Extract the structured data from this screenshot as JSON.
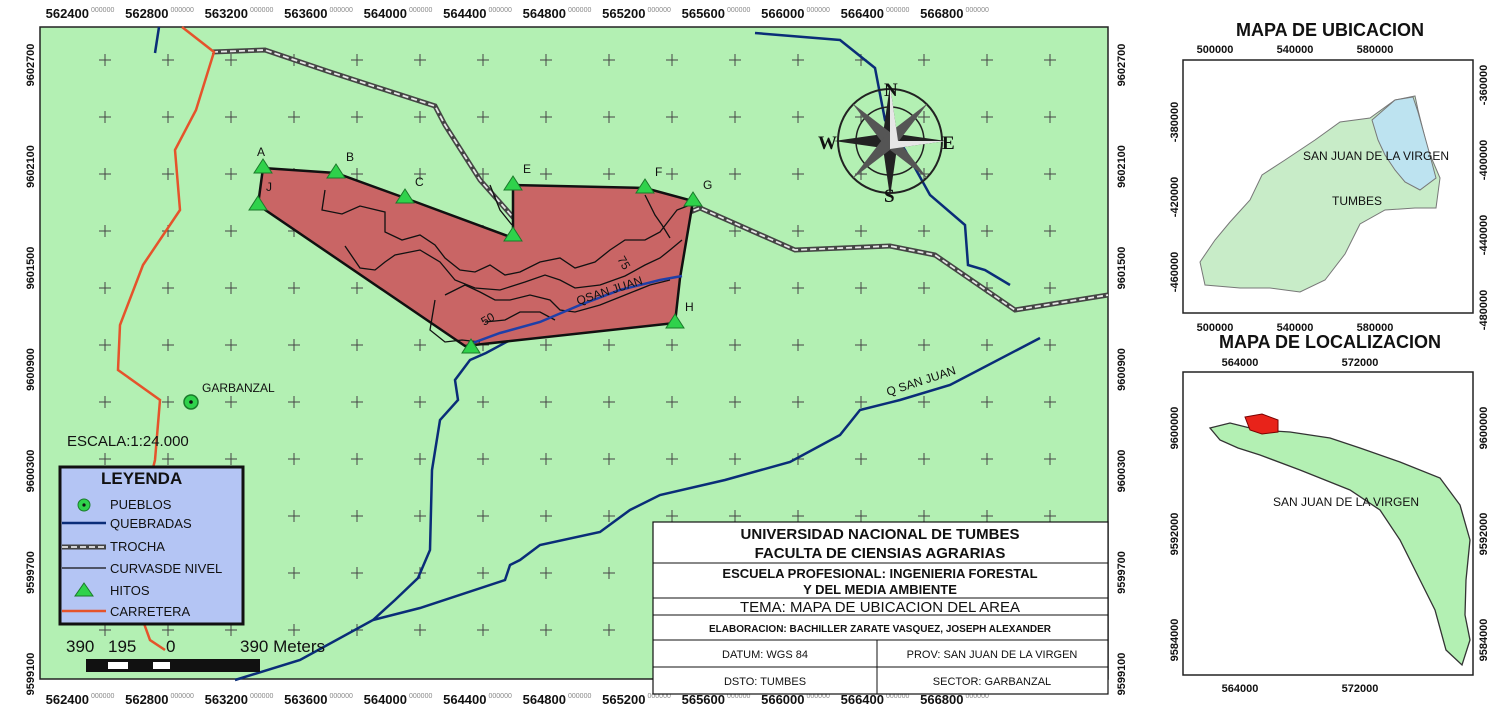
{
  "main_map": {
    "x_ticks": [
      "562400",
      "562800",
      "563200",
      "563600",
      "564000",
      "564400",
      "564800",
      "565200",
      "565600",
      "566000",
      "566400",
      "566800"
    ],
    "y_ticks": [
      "9602700",
      "9602100",
      "9601500",
      "9600900",
      "9600300",
      "9599700",
      "9599100"
    ],
    "tick_suffix": "000000",
    "colors": {
      "background": "#b3f0b3",
      "area": "#c96565",
      "road": "#e5532b",
      "stream": "#0a2d78"
    },
    "hitos": [
      "A",
      "B",
      "C",
      "E",
      "F",
      "G",
      "H",
      "J"
    ],
    "stream_labels": [
      "QSAN JUAN",
      "Q SAN JUAN"
    ],
    "contour_labels": [
      "75",
      "50"
    ],
    "town_label": "GARBANZAL",
    "scale_text": "ESCALA:1:24.000",
    "scale_bar": {
      "labels": [
        "390",
        "195",
        "0",
        "390 Meters"
      ]
    },
    "compass": {
      "n": "N",
      "s": "S",
      "e": "E",
      "w": "W"
    }
  },
  "legend": {
    "title": "LEYENDA",
    "items": [
      "PUEBLOS",
      "QUEBRADAS",
      "TROCHA",
      "CURVASDE NIVEL",
      "HITOS",
      "CARRETERA"
    ]
  },
  "title_block": {
    "university": "UNIVERSIDAD NACIONAL DE TUMBES",
    "faculty": "FACULTA DE CIENSIAS AGRARIAS",
    "school_1": "ESCUELA PROFESIONAL: INGENIERIA FORESTAL",
    "school_2": "Y DEL MEDIA AMBIENTE",
    "theme": "TEMA: MAPA DE UBICACION DEL AREA",
    "author": "ELABORACION: BACHILLER ZARATE VASQUEZ, JOSEPH ALEXANDER",
    "datum": "DATUM: WGS 84",
    "prov": "PROV: SAN JUAN DE LA VIRGEN",
    "dsto": "DSTO: TUMBES",
    "sector": "SECTOR: GARBANZAL"
  },
  "ubicacion_map": {
    "title": "MAPA DE UBICACION",
    "x_ticks": [
      "500000",
      "540000",
      "580000"
    ],
    "y_ticks": [
      "-380000",
      "-420000",
      "-460000"
    ],
    "y_ticks_right": [
      "-360000",
      "-400000",
      "-440000",
      "-480000"
    ],
    "labels": [
      "SAN JUAN DE LA VIRGEN",
      "TUMBES"
    ]
  },
  "localizacion_map": {
    "title": "MAPA DE LOCALIZACION",
    "x_ticks": [
      "564000",
      "572000"
    ],
    "y_ticks": [
      "9600000",
      "9592000",
      "9584000"
    ],
    "label": "SAN JUAN DE LA VIRGEN"
  }
}
